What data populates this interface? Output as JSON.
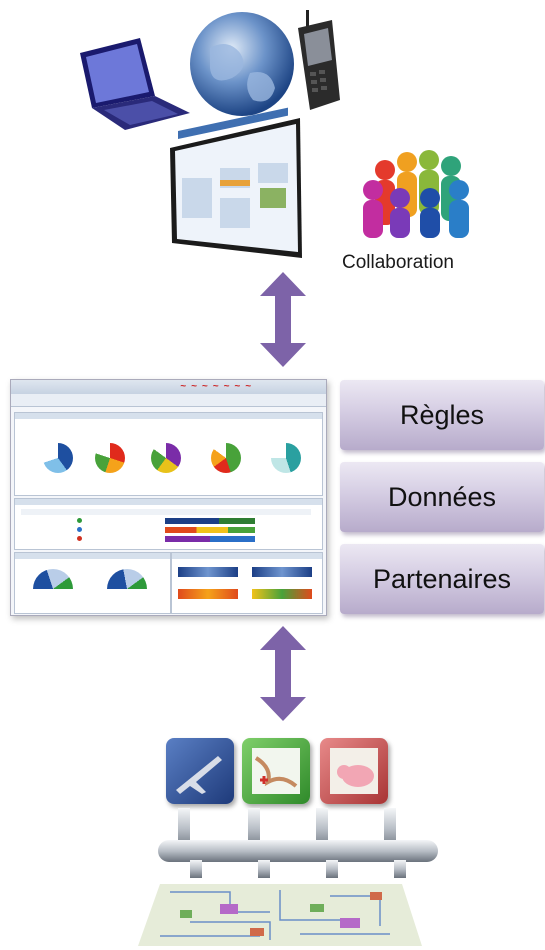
{
  "labels": {
    "collaboration": "Collaboration"
  },
  "pills": [
    {
      "label": "Règles"
    },
    {
      "label": "Données"
    },
    {
      "label": "Partenaires"
    }
  ],
  "colors": {
    "arrow": "#7d63a8",
    "pill_top": "#ece8f3",
    "pill_bottom": "#b7abcb"
  },
  "icons": {
    "devices": [
      "laptop-icon",
      "globe-icon",
      "mobile-phone-icon",
      "monitor-screen-icon"
    ],
    "collaboration": "people-circle-icon",
    "bottom": [
      "cube-airplane-icon",
      "cube-medical-icon",
      "cube-pig-icon",
      "pipeline-bus-icon",
      "circuit-board-icon"
    ]
  }
}
